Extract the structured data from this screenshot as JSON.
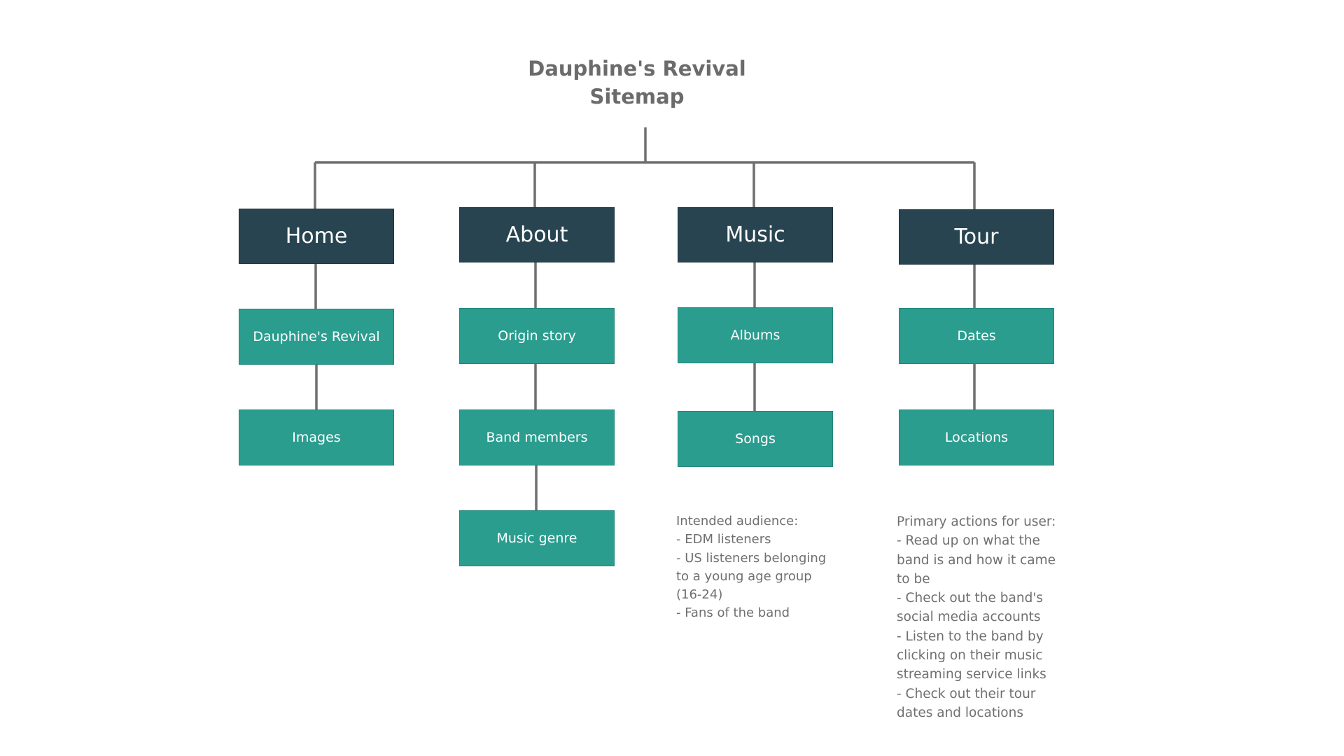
{
  "title": "Dauphine's Revival\nSitemap",
  "sections": [
    {
      "label": "Home",
      "children": [
        "Dauphine's Revival",
        "Images"
      ]
    },
    {
      "label": "About",
      "children": [
        "Origin story",
        "Band members",
        "Music genre"
      ]
    },
    {
      "label": "Music",
      "children": [
        "Albums",
        "Songs"
      ]
    },
    {
      "label": "Tour",
      "children": [
        "Dates",
        "Locations"
      ]
    }
  ],
  "notes": {
    "audience": "Intended audience:\n- EDM listeners\n- US listeners belonging to a young age group (16-24)\n- Fans of the band",
    "actions": "Primary actions for user:\n- Read up on what the band is and how it came to be\n- Check out the band's social media accounts\n- Listen to the band by clicking on their music streaming service links\n- Check out their tour dates and locations"
  },
  "colors": {
    "top_box": "#284451",
    "sub_box": "#2a9d8f",
    "text_gray": "#6b6b6b",
    "connector": "#6f6f6f"
  }
}
